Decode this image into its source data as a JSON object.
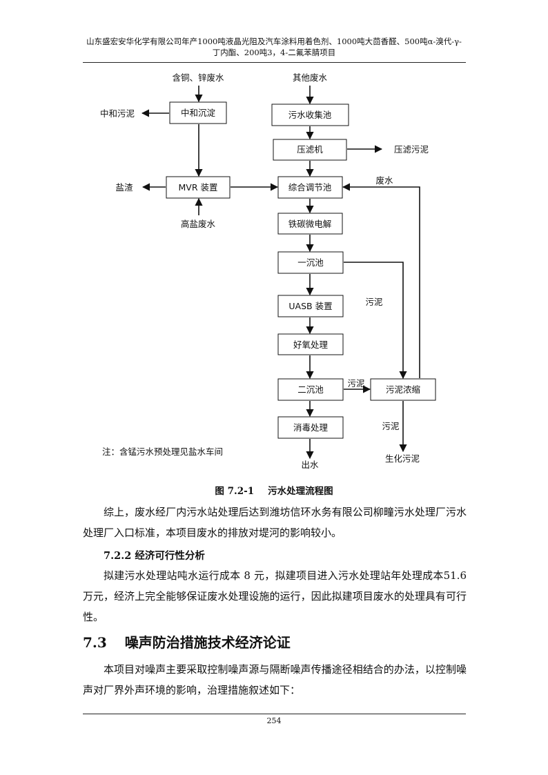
{
  "header": {
    "line1": "山东盛宏安华化学有限公司年产1000吨液晶光阻及汽车涂料用着色剂、1000吨大茴香醛、500吨α-溴代-γ-",
    "line2": "丁内酯、200吨3，4-二氟苯腈项目"
  },
  "flowchart": {
    "input_cu_zn": "含铜、锌废水",
    "input_other": "其他废水",
    "input_high_salt": "高盐废水",
    "box_neutral": "中和沉淀",
    "box_mvr": "MVR 装置",
    "box_collect": "污水收集池",
    "box_press": "压滤机",
    "box_adjust": "综合调节池",
    "box_fe_c": "铁碳微电解",
    "box_settle1": "一沉池",
    "box_uasb": "UASB 装置",
    "box_aerobic": "好氧处理",
    "box_settle2": "二沉池",
    "box_disinfect": "消毒处理",
    "box_sludge_thicken": "污泥浓缩",
    "out_neutral_sludge": "中和污泥",
    "out_salt_residue": "盐渣",
    "out_press_sludge": "压滤污泥",
    "label_wastewater": "废水",
    "label_sludge_mid": "污泥",
    "label_sludge_side": "污泥",
    "label_sludge_down": "污泥",
    "out_water": "出水",
    "out_bio_sludge": "生化污泥",
    "note": "注：含锰污水预处理见盐水车间"
  },
  "caption": {
    "number": "图 7.2-1",
    "title": "污水处理流程图"
  },
  "para1": "综上，废水经厂内污水站处理后达到潍坊信环水务有限公司柳疃污水处理厂污水处理厂入口标准，本项目废水的排放对堤河的影响较小。",
  "subsection": "7.2.2 经济可行性分析",
  "para2": "拟建污水处理站吨水运行成本 8 元，拟建项目进入污水处理站年处理成本51.6万元，经济上完全能够保证废水处理设施的运行，因此拟建项目废水的处理具有可行性。",
  "section": {
    "number": "7.3",
    "title": "噪声防治措施技术经济论证"
  },
  "para3": "本项目对噪声主要采取控制噪声源与隔断噪声传播途径相结合的办法，以控制噪声对厂界外声环境的影响，治理措施叙述如下：",
  "page_number": "254"
}
